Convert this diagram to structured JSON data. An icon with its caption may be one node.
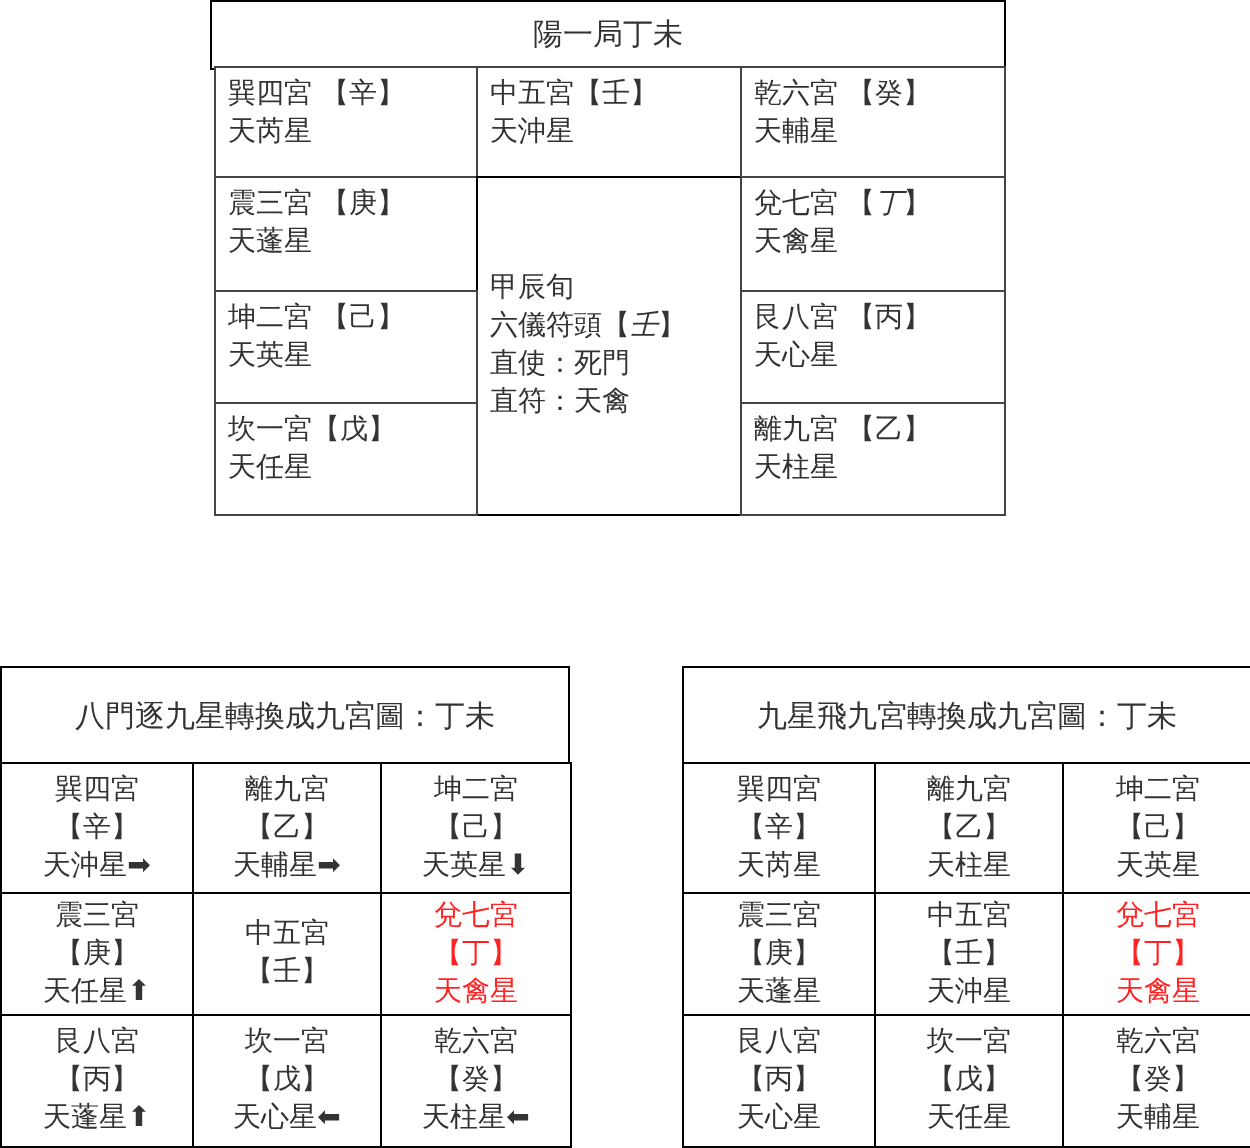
{
  "diagram": {
    "nodes": [
      {
        "text": [
          "陽一局丁未"
        ]
      },
      {
        "text": [
          "巽四宮 【辛】",
          "天芮星"
        ]
      },
      {
        "text": [
          "中五宮【壬】",
          "天沖星"
        ]
      },
      {
        "text": [
          "乾六宮 【癸】",
          "天輔星"
        ]
      },
      {
        "text": [
          "震三宮 【庚】",
          "天蓬星"
        ]
      },
      {
        "text": [
          "甲辰旬",
          "六儀符頭【*壬*】",
          "直使：死門",
          "直符：天禽"
        ]
      },
      {
        "text": [
          "兌七宮 【*丁*】",
          "天禽星"
        ]
      },
      {
        "text": [
          "坤二宮 【己】",
          "天英星"
        ]
      },
      {
        "text": [
          "艮八宮 【丙】",
          "天心星"
        ]
      },
      {
        "text": [
          "坎一宮【戊】",
          "天任星"
        ]
      },
      {
        "text": [
          "離九宮 【乙】",
          "天柱星"
        ]
      },
      {
        "text": [
          "八門逐九星轉換成九宮圖：丁未"
        ]
      },
      {
        "text": [
          "巽四宮",
          "【辛】",
          "天沖星➡"
        ]
      },
      {
        "text": [
          "離九宮",
          "【乙】",
          "天輔星➡"
        ]
      },
      {
        "text": [
          "坤二宮",
          "【己】",
          "天英星⬇"
        ]
      },
      {
        "text": [
          "震三宮",
          "【庚】",
          "天任星⬆"
        ]
      },
      {
        "text": [
          "中五宮",
          "【壬】"
        ]
      },
      {
        "text": [
          "兌七宮",
          "【丁】",
          "天禽星"
        ]
      },
      {
        "text": [
          "艮八宮",
          "【丙】",
          "天蓬星⬆"
        ]
      },
      {
        "text": [
          "坎一宮",
          "【戊】",
          "天心星⬅"
        ]
      },
      {
        "text": [
          "乾六宮",
          "【癸】",
          "天柱星⬅"
        ]
      },
      {
        "text": [
          "九星飛九宮轉換成九宮圖：丁未"
        ]
      },
      {
        "text": [
          "巽四宮",
          "【辛】",
          "天芮星"
        ]
      },
      {
        "text": [
          "離九宮",
          "【乙】",
          "天柱星"
        ]
      },
      {
        "text": [
          "坤二宮",
          "【己】",
          "天英星"
        ]
      },
      {
        "text": [
          "震三宮",
          "【庚】",
          "天蓬星"
        ]
      },
      {
        "text": [
          "中五宮",
          "【壬】",
          "天沖星"
        ]
      },
      {
        "text": [
          "兌七宮",
          "【丁】",
          "天禽星"
        ]
      },
      {
        "text": [
          "艮八宮",
          "【丙】",
          "天心星"
        ]
      },
      {
        "text": [
          "坎一宮",
          "【戊】",
          "天任星"
        ]
      },
      {
        "text": [
          "乾六宮",
          "【癸】",
          "天輔星"
        ]
      }
    ]
  }
}
